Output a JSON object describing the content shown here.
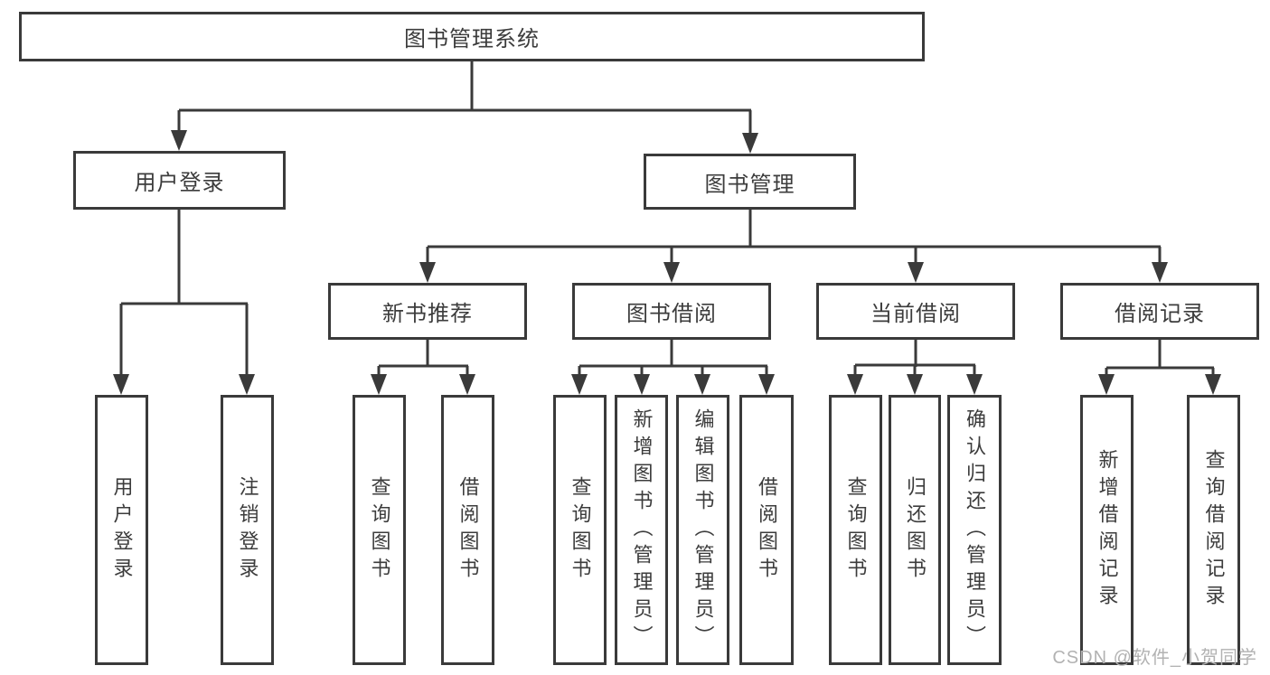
{
  "tree": {
    "root": {
      "label": "图书管理系统"
    },
    "branches": [
      {
        "label": "用户登录",
        "leaves": [
          {
            "label": "用户登录"
          },
          {
            "label": "注销登录"
          }
        ]
      },
      {
        "label": "图书管理",
        "groups": [
          {
            "label": "新书推荐",
            "leaves": [
              {
                "label": "查询图书"
              },
              {
                "label": "借阅图书"
              }
            ]
          },
          {
            "label": "图书借阅",
            "leaves": [
              {
                "label": "查询图书"
              },
              {
                "label": "新增图书（管理员）"
              },
              {
                "label": "编辑图书（管理员）"
              },
              {
                "label": "借阅图书"
              }
            ]
          },
          {
            "label": "当前借阅",
            "leaves": [
              {
                "label": "查询图书"
              },
              {
                "label": "归还图书"
              },
              {
                "label": "确认归还（管理员）"
              }
            ]
          },
          {
            "label": "借阅记录",
            "leaves": [
              {
                "label": "新增借阅记录"
              },
              {
                "label": "查询借阅记录"
              }
            ]
          }
        ]
      }
    ]
  },
  "watermark": {
    "text": "CSDN @软件_小贺同学"
  },
  "colors": {
    "line": "#3a3a3a",
    "text": "#3c3c3c",
    "background": "#ffffff",
    "watermark": "#b2b2b2"
  }
}
